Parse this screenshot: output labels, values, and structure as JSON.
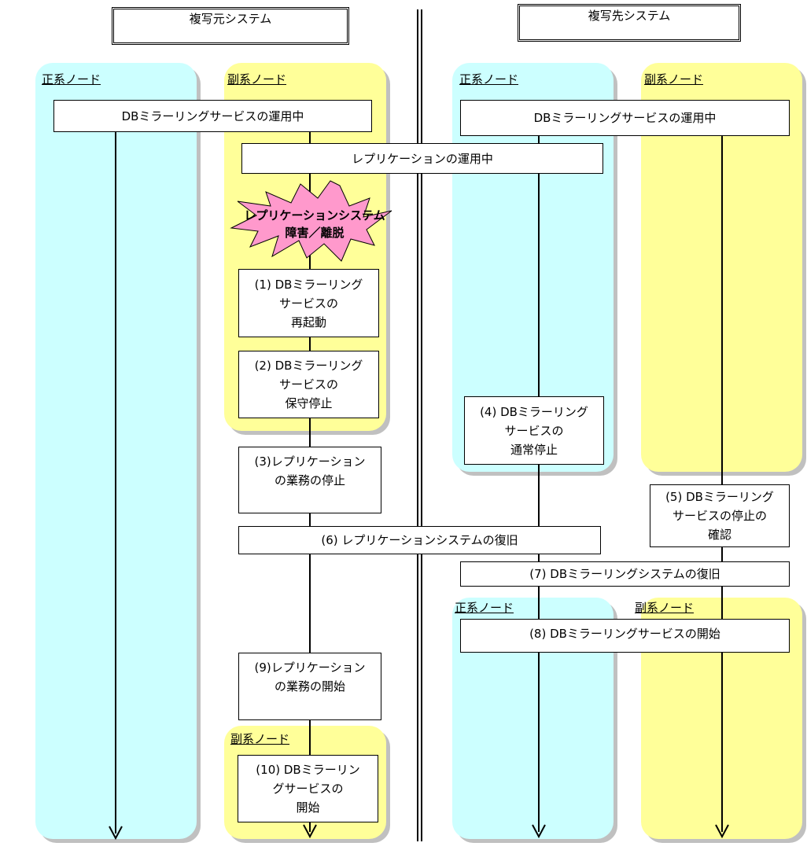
{
  "headers": {
    "source_system": "複写元システム",
    "target_system": "複写先システム"
  },
  "lanes": {
    "primary": "正系ノード",
    "secondary": "副系ノード"
  },
  "boxes": {
    "src_mirroring_running": "DBミラーリングサービスの運用中",
    "dst_mirroring_running": "DBミラーリングサービスの運用中",
    "replication_running": "レプリケーションの運用中",
    "step1": "(1) DBミラーリング\nサービスの\n再起動",
    "step2": "(2) DBミラーリング\nサービスの\n保守停止",
    "step3": "(3)レプリケーション\nの業務の停止",
    "step4": "(4) DBミラーリング\nサービスの\n通常停止",
    "step5": "(5) DBミラーリング\nサービスの停止の\n確認",
    "step6": "(6) レプリケーションシステムの復旧",
    "step7": "(7) DBミラーリングシステムの復旧",
    "step8": "(8) DBミラーリングサービスの開始",
    "step9": "(9)レプリケーション\nの業務の開始",
    "step10": "(10) DBミラーリン\nグサービスの\n開始"
  },
  "incident": {
    "line1": "レプリケーションシステム",
    "line2": "障害／離脱"
  },
  "colors": {
    "primary_lane": "#ccffff",
    "secondary_lane": "#ffff99",
    "burst": "#ff99cc"
  }
}
